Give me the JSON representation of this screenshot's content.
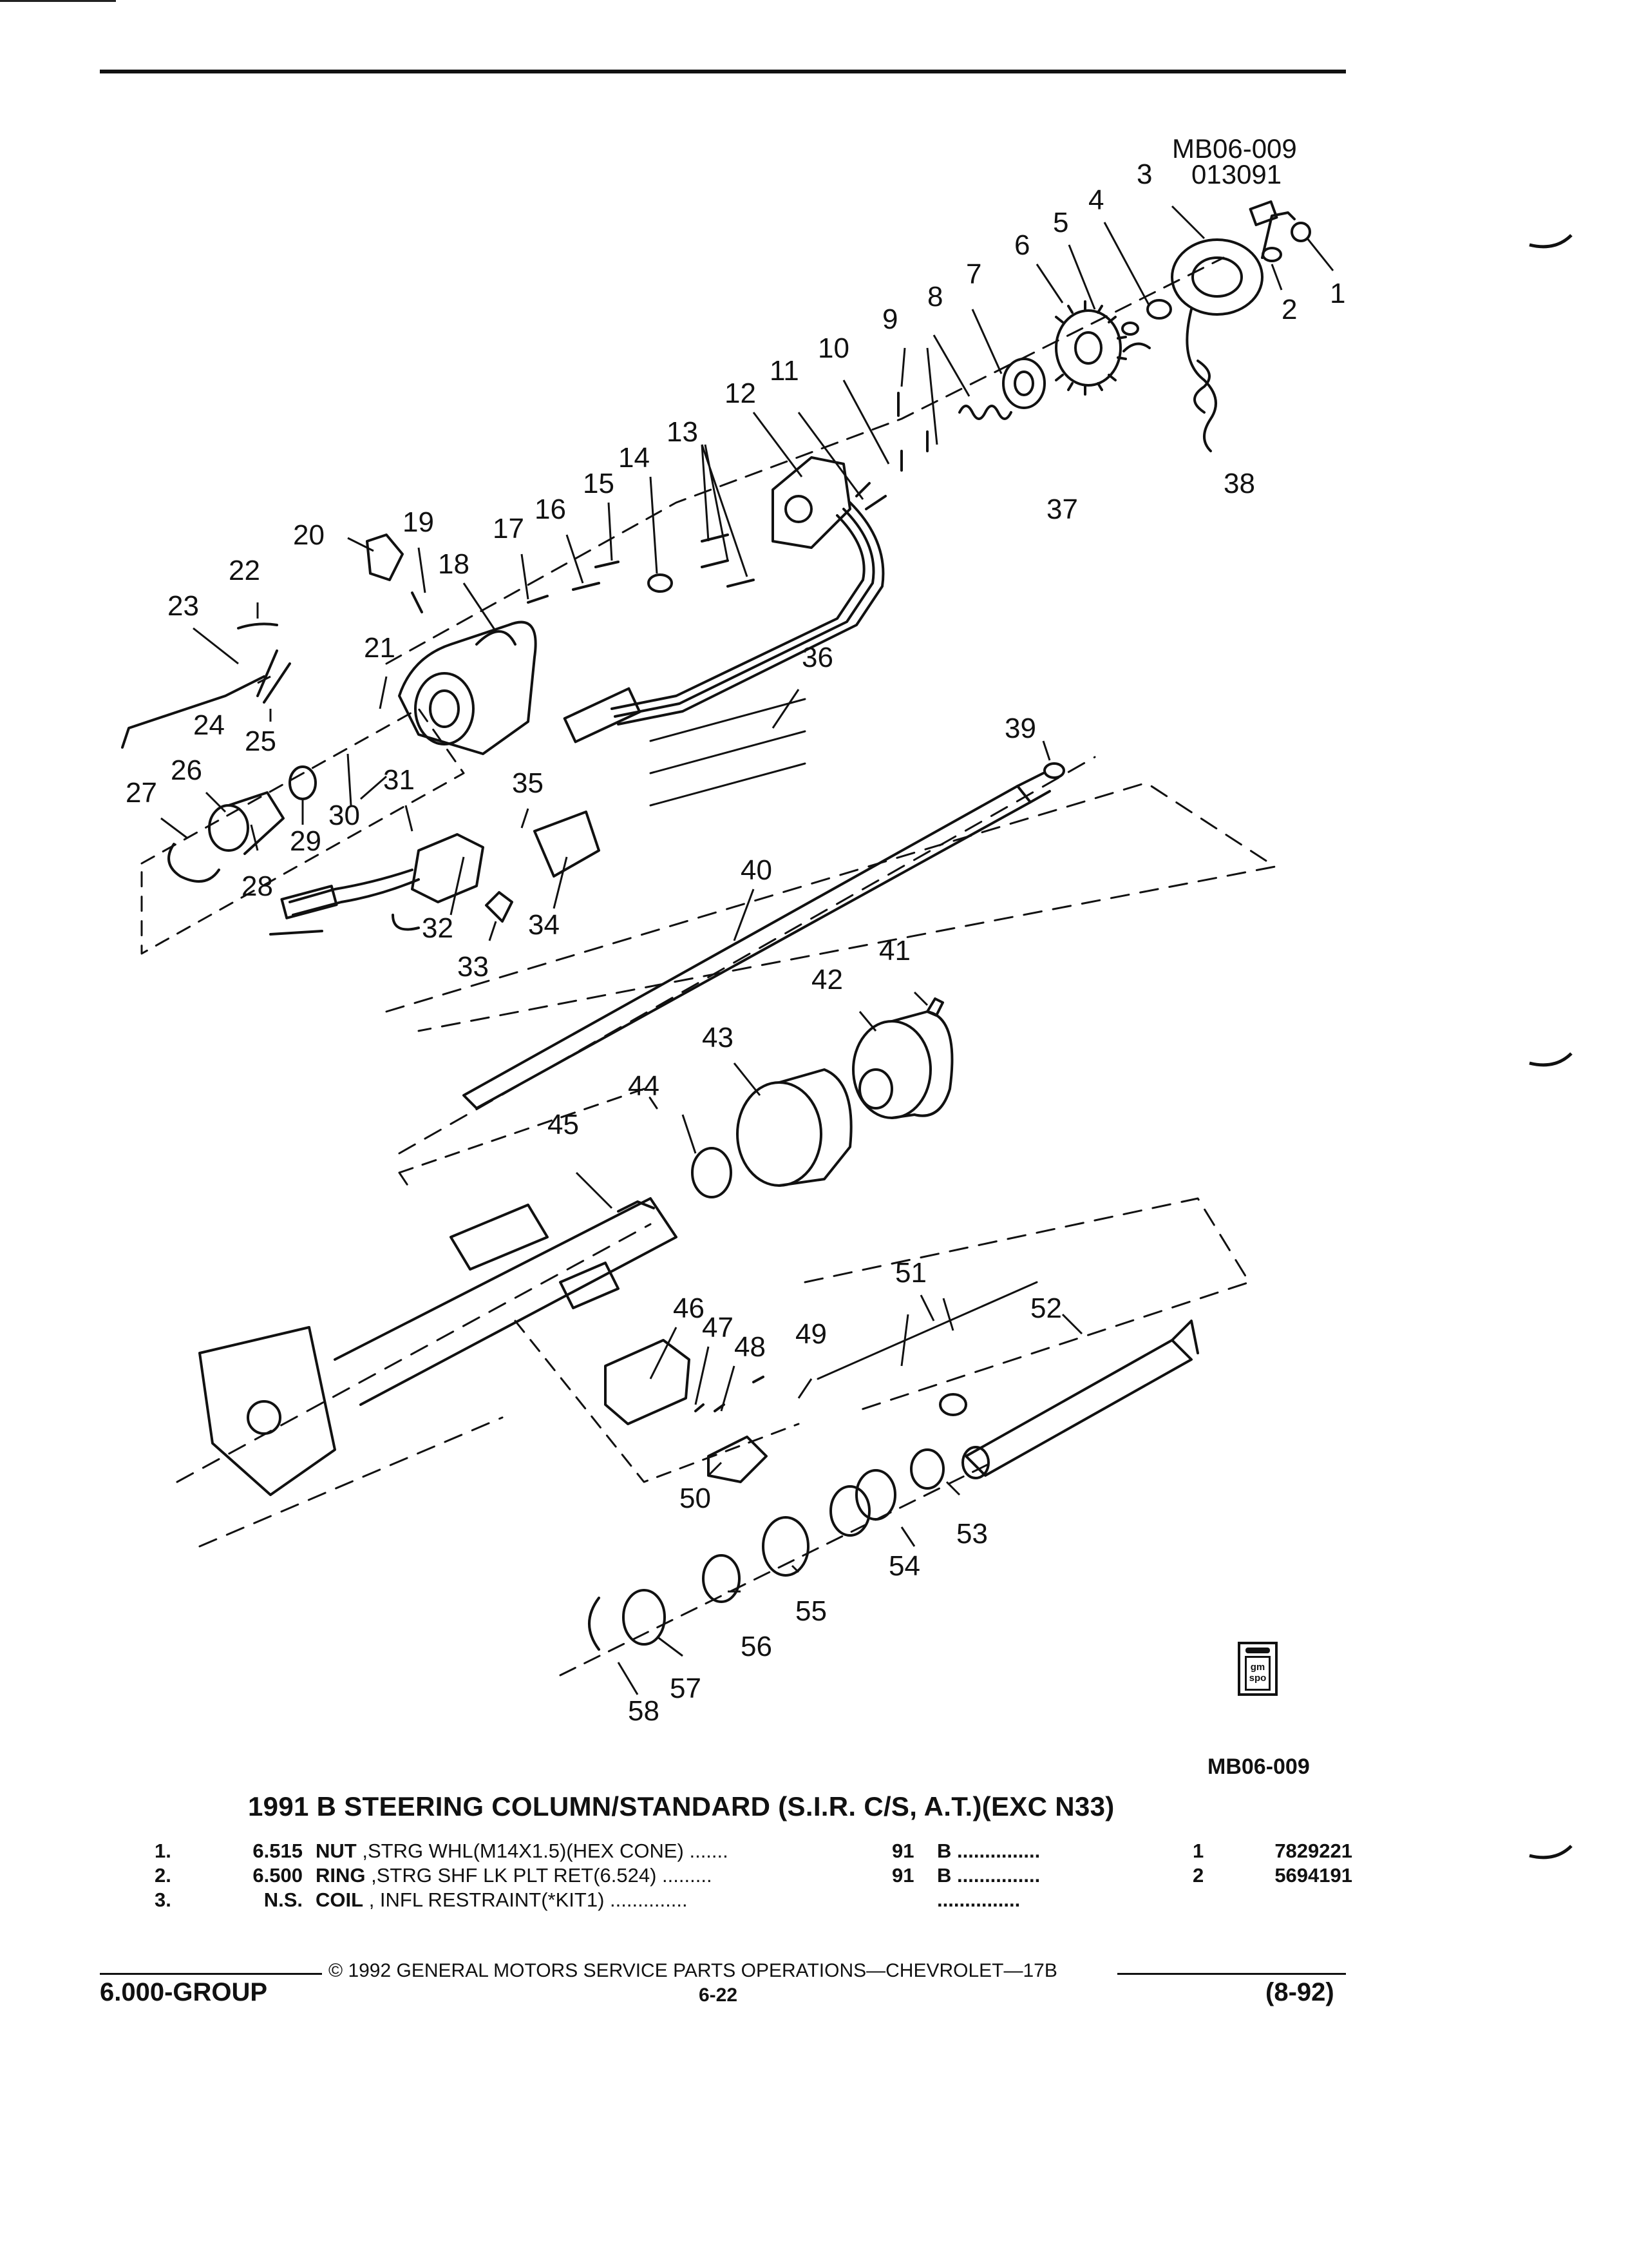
{
  "figure": {
    "id_top": "MB06-009",
    "date_code": "013091",
    "id_bottom": "MB06-009",
    "callouts": [
      "1",
      "2",
      "3",
      "4",
      "5",
      "6",
      "7",
      "8",
      "9",
      "10",
      "11",
      "12",
      "13",
      "14",
      "15",
      "16",
      "17",
      "18",
      "19",
      "20",
      "21",
      "22",
      "23",
      "24",
      "25",
      "26",
      "27",
      "28",
      "29",
      "30",
      "31",
      "32",
      "33",
      "34",
      "35",
      "36",
      "37",
      "38",
      "39",
      "40",
      "41",
      "42",
      "43",
      "44",
      "45",
      "46",
      "47",
      "48",
      "49",
      "50",
      "51",
      "52",
      "53",
      "54",
      "55",
      "56",
      "57",
      "58"
    ]
  },
  "logo_text": "gm spo",
  "title": "1991 B STEERING COLUMN/STANDARD (S.I.R. C/S, A.T.)(EXC N33)",
  "parts": [
    {
      "item": "1.",
      "code": "6.515",
      "name": "NUT",
      "desc": ",STRG WHL(M14X1.5)(HEX CONE) .......",
      "year": "91",
      "series": "B ...............",
      "qty": "1",
      "part_no": "7829221"
    },
    {
      "item": "2.",
      "code": "6.500",
      "name": "RING",
      "desc": ",STRG SHF LK PLT RET(6.524) .........",
      "year": "91",
      "series": "B ...............",
      "qty": "2",
      "part_no": "5694191"
    },
    {
      "item": "3.",
      "code": "N.S.",
      "name": "COIL",
      "desc": ", INFL RESTRAINT(*KIT1) ..............",
      "year": "",
      "series": "...............",
      "qty": "",
      "part_no": ""
    }
  ],
  "footer": {
    "copyright": "© 1992 GENERAL MOTORS SERVICE PARTS OPERATIONS—CHEVROLET—17B",
    "group": "6.000-GROUP",
    "page": "6-22",
    "date": "(8-92)"
  }
}
